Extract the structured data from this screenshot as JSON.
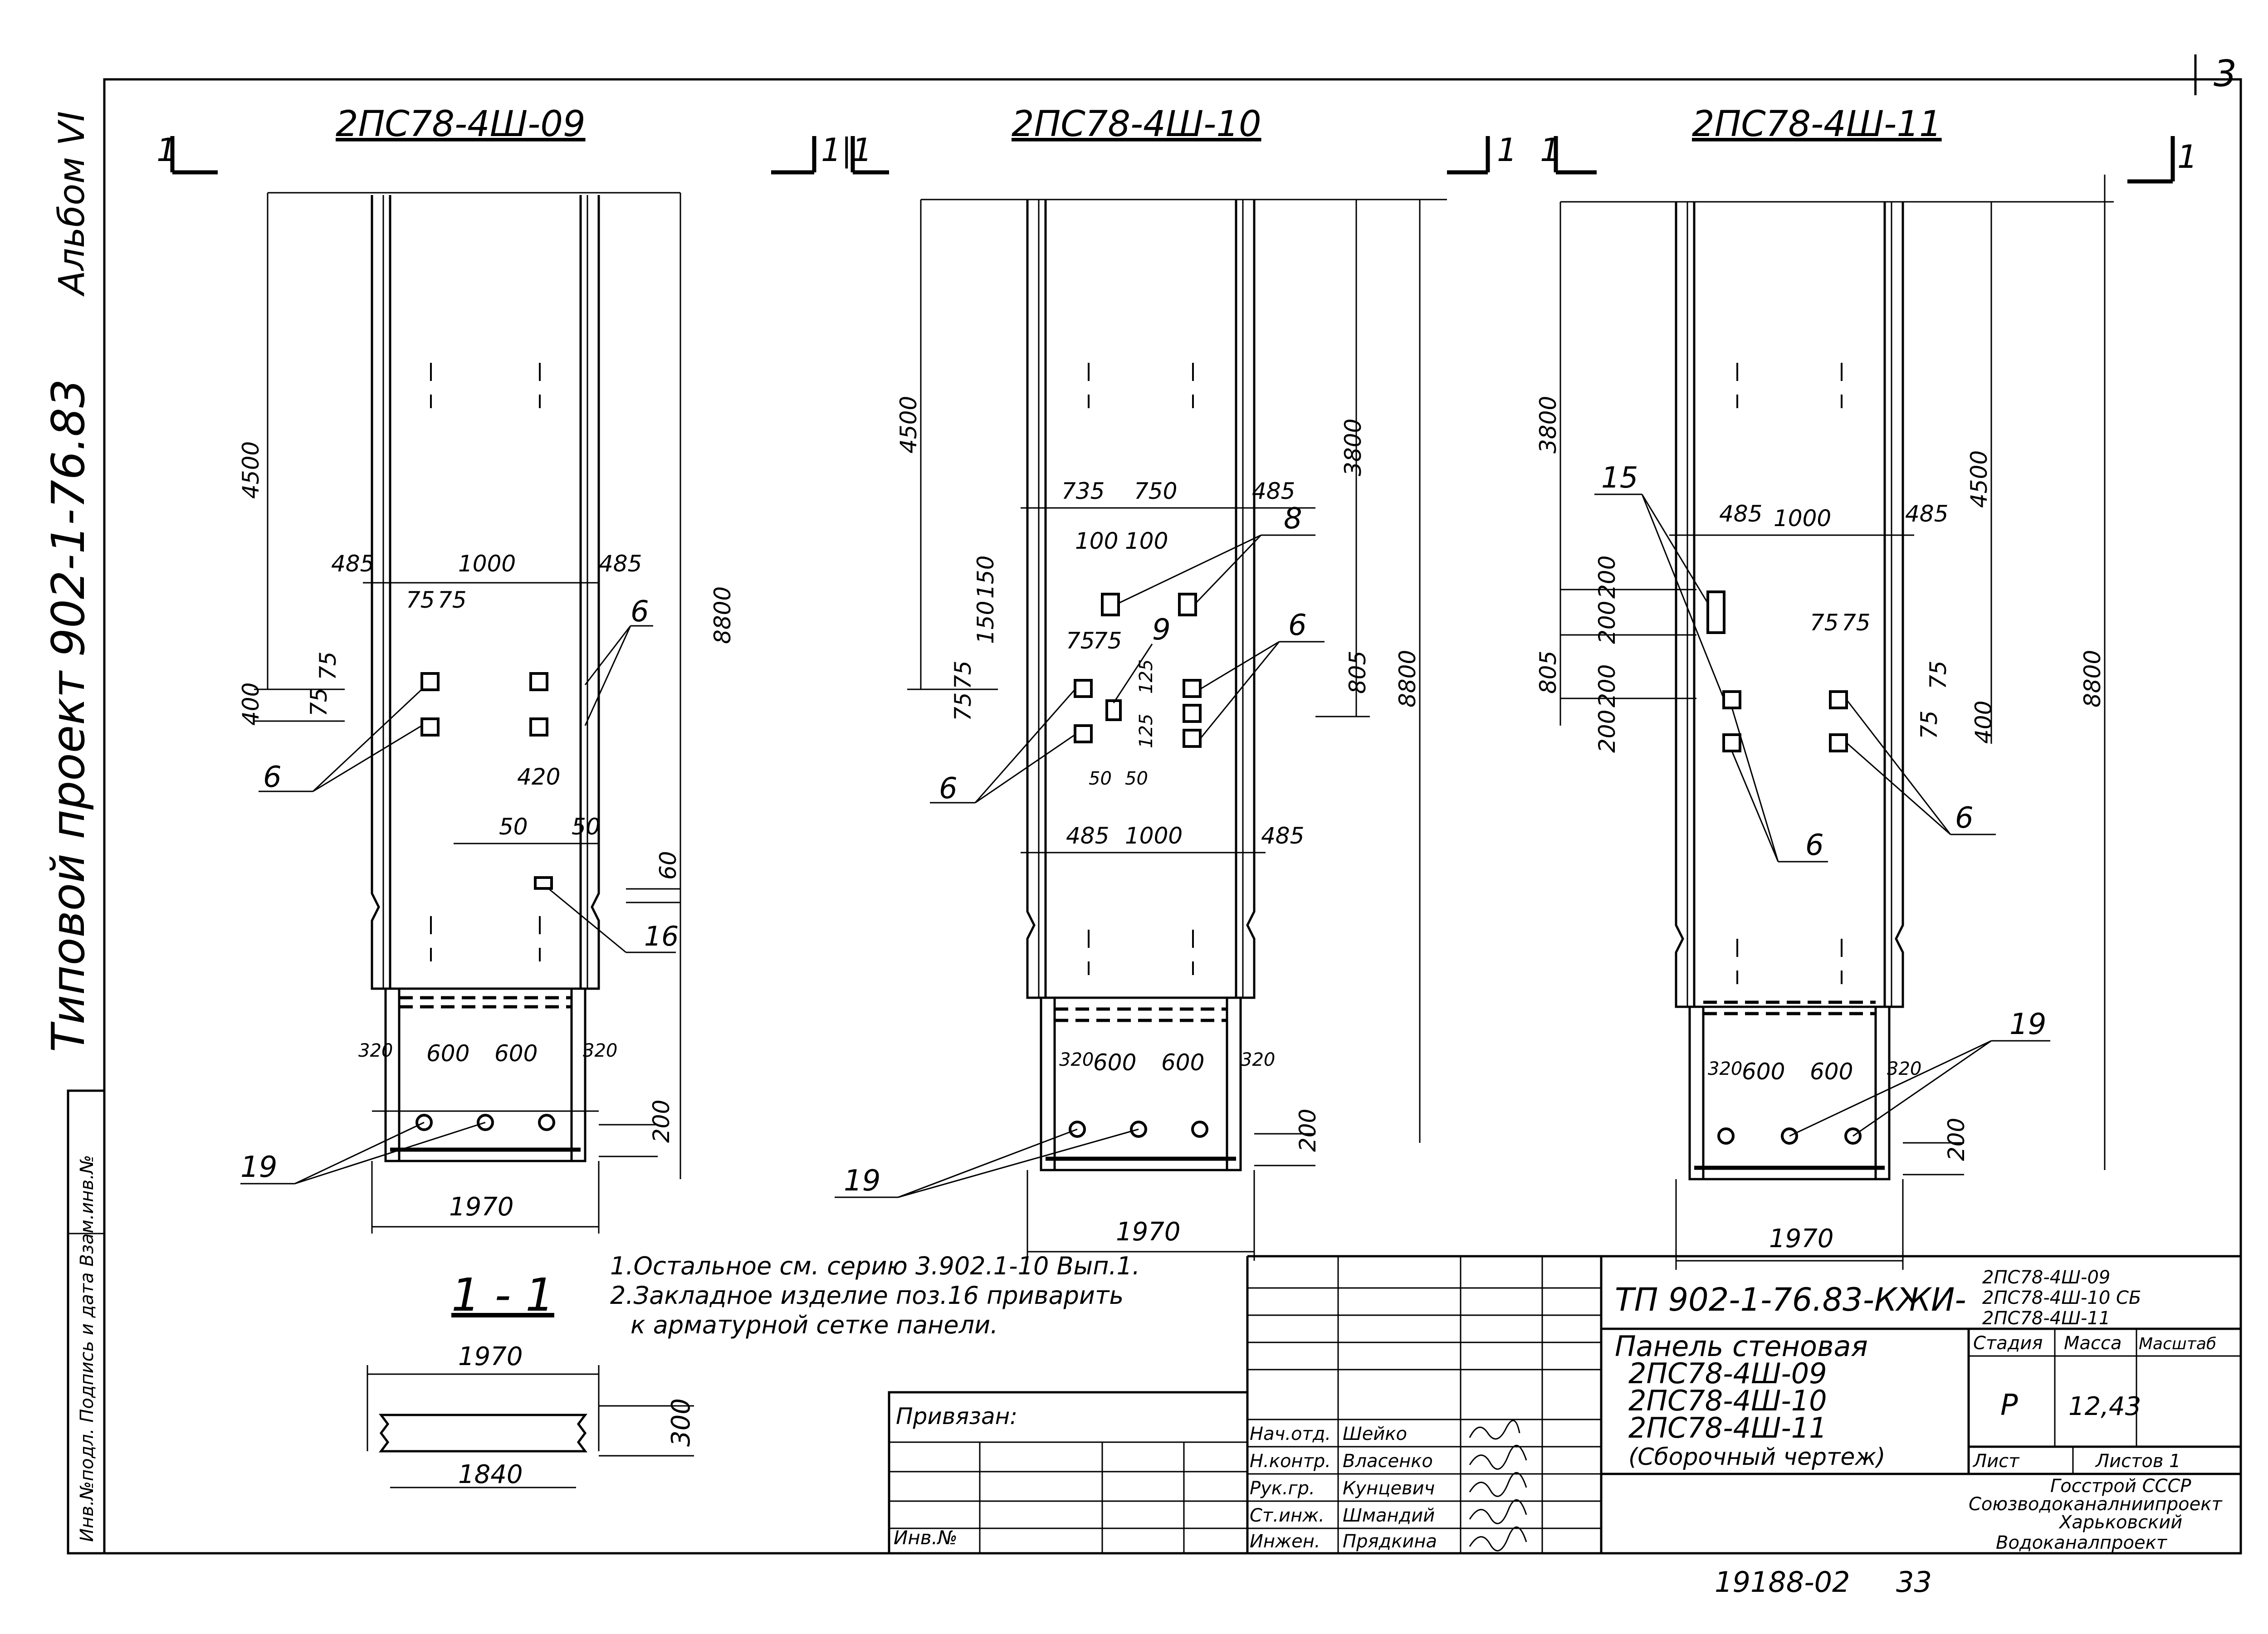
{
  "sheet": {
    "album": "Альбом VI",
    "project": "Типовой проект 902-1-76.83",
    "page_corner": "3",
    "bottom_code": "19188-02",
    "bottom_page": "33",
    "stamp_left": "Инв.№подл. Подпись и дата Взам.инв.№"
  },
  "section_marks": {
    "one": "1",
    "one_double": "1|1",
    "section_title": "1 - 1"
  },
  "panels": [
    {
      "title": "2ПС78-4Ш-09",
      "dims": {
        "top": "4500",
        "total": "8800",
        "left1": "485",
        "mid": "1000",
        "right1": "485",
        "a": "75",
        "b": "75",
        "c": "75",
        "d": "75",
        "e": "400",
        "f": "420",
        "g": "50",
        "h": "50",
        "i": "60",
        "bot1": "320",
        "bot2": "600",
        "bot3": "600",
        "bot4": "320",
        "bot5": "200",
        "width": "1970"
      },
      "leaders": {
        "six_a": "6",
        "six_b": "6",
        "sixteen": "16",
        "nineteen": "19"
      }
    },
    {
      "title": "2ПС78-4Ш-10",
      "dims": {
        "top": "4500",
        "right_top": "3800",
        "total": "8800",
        "side": "805",
        "d735": "735",
        "d750": "750",
        "d485": "485",
        "d100a": "100",
        "d100b": "100",
        "d150a": "150",
        "d150b": "150",
        "d75a": "75",
        "d75b": "75",
        "d75c": "75",
        "d75d": "75",
        "d125a": "125",
        "d125b": "125",
        "d50a": "50",
        "d50b": "50",
        "b485a": "485",
        "b1000": "1000",
        "b485b": "485",
        "bot1": "320",
        "bot2": "600",
        "bot3": "600",
        "bot4": "320",
        "bot5": "200",
        "width": "1970"
      },
      "leaders": {
        "eight": "8",
        "nine": "9",
        "six_a": "6",
        "six_b": "6",
        "nineteen": "19"
      }
    },
    {
      "title": "2ПС78-4Ш-11",
      "dims": {
        "top": "3800",
        "right_top": "4500",
        "total": "8800",
        "side": "805",
        "left1": "485",
        "mid": "1000",
        "right1": "485",
        "d200a": "200",
        "d200b": "200",
        "d200c": "200",
        "d200d": "200",
        "d75a": "75",
        "d75b": "75",
        "d75c": "75",
        "d75d": "75",
        "d400": "400",
        "bot1": "320",
        "bot2": "600",
        "bot3": "600",
        "bot4": "320",
        "bot5": "200",
        "width": "1970"
      },
      "leaders": {
        "fifteen": "15",
        "six_a": "6",
        "six_b": "6",
        "nineteen": "19"
      }
    }
  ],
  "section": {
    "width_top": "1970",
    "width_bottom": "1840",
    "height": "300"
  },
  "notes": [
    "1.Остальное см. серию 3.902.1-10 Вып.1.",
    "2.Закладное изделие поз.16 приварить",
    "к арматурной сетке панели."
  ],
  "titleblock": {
    "code": "ТП 902-1-76.83-КЖИ-",
    "marks": [
      "2ПС78-4Ш-09",
      "2ПС78-4Ш-10 СБ",
      "2ПС78-4Ш-11"
    ],
    "name_lines": [
      "Панель стеновая",
      "2ПС78-4Ш-09",
      "2ПС78-4Ш-10",
      "2ПС78-4Ш-11",
      "(Сборочный чертеж)"
    ],
    "stage_h": "Стадия",
    "mass_h": "Масса",
    "scale_h": "Масштаб",
    "stage": "Р",
    "mass": "12,43",
    "sheet_h": "Лист",
    "sheets_h": "Листов 1",
    "org": [
      "Госстрой СССР",
      "Союзводоканалниипроект",
      "Харьковский",
      "Водоканалпроект"
    ],
    "privyazan": "Привязан:",
    "inv": "Инв.№",
    "roles": [
      "Нач.отд.",
      "Н.контр.",
      "Рук.гр.",
      "Ст.инж.",
      "Инжен."
    ],
    "names": [
      "Шейко",
      "Власенко",
      "Кунцевич",
      "Шмандий",
      "Прядкина"
    ]
  }
}
